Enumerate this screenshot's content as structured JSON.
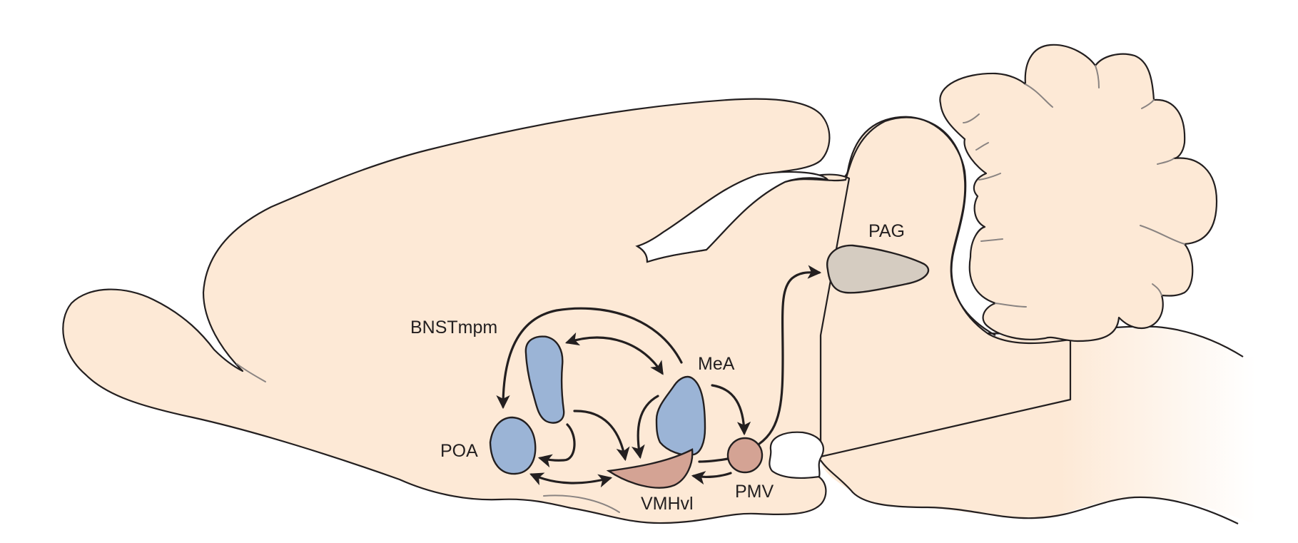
{
  "figure": {
    "type": "sagittal mouse brain schematic",
    "colors": {
      "tissue": "#fde9d6",
      "outline": "#231f20",
      "sulcus": "#8a8482",
      "blue_region": "#9bb4d6",
      "pink_region": "#d4a394",
      "gray_region": "#d5ccc1",
      "arrow": "#231f20"
    }
  },
  "regions": [
    {
      "id": "BNSTmpm",
      "label": "BNSTmpm",
      "color": "blue"
    },
    {
      "id": "MeA",
      "label": "MeA",
      "color": "blue"
    },
    {
      "id": "POA",
      "label": "POA",
      "color": "blue"
    },
    {
      "id": "VMHvl",
      "label": "VMHvl",
      "color": "pink"
    },
    {
      "id": "PMV",
      "label": "PMV",
      "color": "pink"
    },
    {
      "id": "PAG",
      "label": "PAG",
      "color": "gray"
    }
  ],
  "connections": [
    {
      "from": "MeA",
      "to": "POA",
      "direction": "one-way"
    },
    {
      "from": "BNSTmpm",
      "to": "MeA",
      "direction": "bidirectional"
    },
    {
      "from": "BNSTmpm",
      "to": "POA",
      "direction": "one-way"
    },
    {
      "from": "BNSTmpm",
      "to": "VMHvl",
      "direction": "one-way"
    },
    {
      "from": "MeA",
      "to": "VMHvl",
      "direction": "one-way"
    },
    {
      "from": "MeA",
      "to": "PMV",
      "direction": "one-way"
    },
    {
      "from": "POA",
      "to": "VMHvl",
      "direction": "bidirectional"
    },
    {
      "from": "PMV",
      "to": "VMHvl",
      "direction": "one-way"
    },
    {
      "from": "VMHvl",
      "to": "PMV",
      "direction": "line"
    },
    {
      "from": "PMV",
      "to": "PAG",
      "direction": "one-way"
    }
  ]
}
